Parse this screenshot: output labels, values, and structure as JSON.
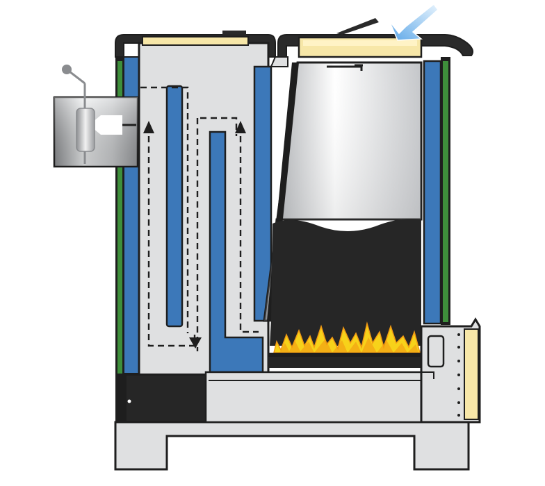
{
  "diagram": {
    "subject": "boiler-cross-section",
    "labels": [],
    "colors": {
      "outline": "#1e1e1e",
      "casing_light": "#dfe0e1",
      "water_jacket": "#3c78b9",
      "insulation": "#3e8f3b",
      "fuel": "#262626",
      "flame_yellow": "#f7d21a",
      "flame_orange": "#f29a12",
      "lid_pad": "#f7e7a8",
      "air_arrow": "#8fc4f2",
      "flue_arrow": "#ffffff"
    },
    "components": [
      {
        "id": "loading-door",
        "icon": "door-icon"
      },
      {
        "id": "fuel-hopper",
        "icon": "hopper-icon"
      },
      {
        "id": "coal-bed",
        "icon": "coal-icon"
      },
      {
        "id": "fire-grate",
        "icon": "flame-icon"
      },
      {
        "id": "ash-door",
        "icon": "door-icon"
      },
      {
        "id": "flue-outlet",
        "icon": "chimney-icon"
      },
      {
        "id": "damper-lever",
        "icon": "lever-icon"
      },
      {
        "id": "water-jacket",
        "icon": "water-icon"
      },
      {
        "id": "insulation-layer",
        "icon": "insulation-icon"
      },
      {
        "id": "gas-path",
        "icon": "arrow-icon"
      },
      {
        "id": "air-inlet",
        "icon": "arrow-icon"
      }
    ]
  }
}
